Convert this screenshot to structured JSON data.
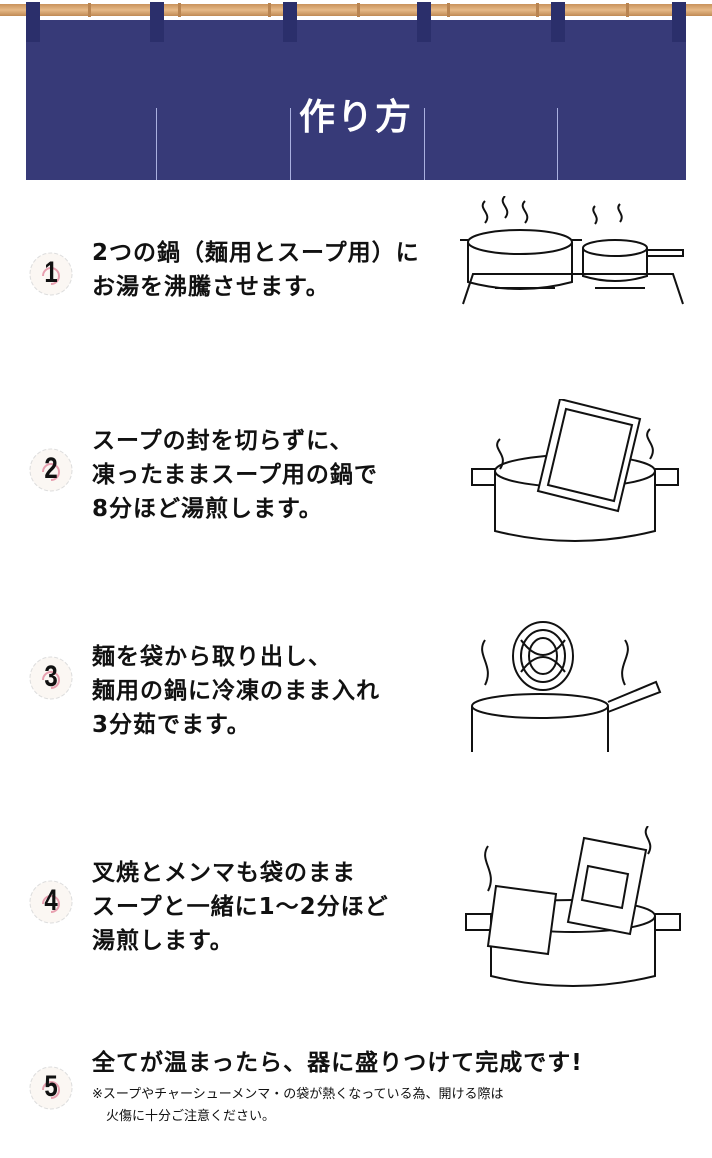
{
  "header": {
    "title": "作り方"
  },
  "steps": [
    {
      "number": "1",
      "lines": [
        "2つの鍋（麺用とスープ用）に",
        "お湯を沸騰させます。"
      ]
    },
    {
      "number": "2",
      "lines": [
        "スープの封を切らずに、",
        "凍ったままスープ用の鍋で",
        "8分ほど湯煎します。"
      ]
    },
    {
      "number": "3",
      "lines": [
        "麺を袋から取り出し、",
        "麺用の鍋に冷凍のまま入れ",
        "3分茹でます。"
      ]
    },
    {
      "number": "4",
      "lines": [
        "叉焼とメンマも袋のまま",
        "スープと一緒に1〜2分ほど",
        "湯煎します。"
      ]
    },
    {
      "number": "5",
      "lines": [
        "全てが温まったら、器に盛りつけて完成です!"
      ],
      "note": [
        "※スープやチャーシューメンマ・の袋が熱くなっている為、開ける際は",
        "火傷に十分ご注意ください。"
      ]
    }
  ],
  "colors": {
    "curtain": "#373a78",
    "tab": "#2b2f6b",
    "rod": "#d9a56f",
    "badge_swirl": "#e8a0b0"
  }
}
